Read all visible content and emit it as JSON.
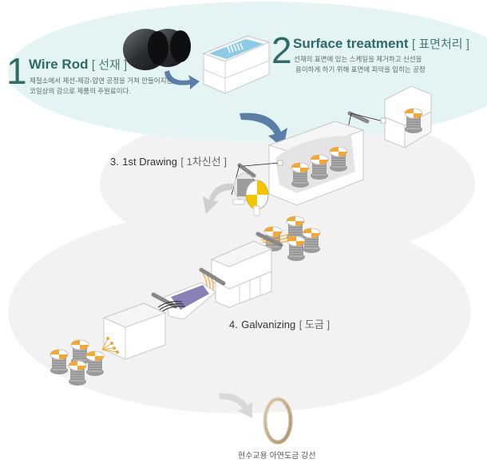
{
  "colors": {
    "teal_zone": "#e4f3f3",
    "gray_zone": "#f2f2f2",
    "heading": "#2f6a66",
    "arrow_blue": "#5b7ea8",
    "arrow_gray": "#cfcfcf",
    "spool_orange": "#f4a734",
    "spool_yellow": "#f5c400",
    "bath_purple": "#8a80b8",
    "water_blue": "#8ccbe6"
  },
  "steps": [
    {
      "number": "1",
      "title": "Wire Rod",
      "title_ko": "[ 선재 ]",
      "description": [
        "제철소에서 제선-제강-압연 공정을 거쳐 만들어지는",
        "코일상의 강으로 제품의 주원료이다."
      ]
    },
    {
      "number": "2",
      "title": "Surface treatment",
      "title_ko": "[ 표면처리 ]",
      "description": [
        "선재의 표면에 있는 스케일을 제거하고 신선을",
        "용이하게 하기 위해 표면에 피막을 입히는 공정"
      ]
    },
    {
      "number": "3.",
      "title": "1st Drawing",
      "title_ko": "[ 1차신선 ]"
    },
    {
      "number": "4.",
      "title": "Galvanizing",
      "title_ko": "[ 도금 ]"
    }
  ],
  "final_product": {
    "label": "현수교용 아연도금 강선"
  },
  "icons": [
    "wire-rod-coil-icon",
    "surface-treatment-tank-icon",
    "drawing-machine-icon",
    "galvanizing-line-icon",
    "steel-wire-ring-icon",
    "flow-arrow-icon"
  ]
}
